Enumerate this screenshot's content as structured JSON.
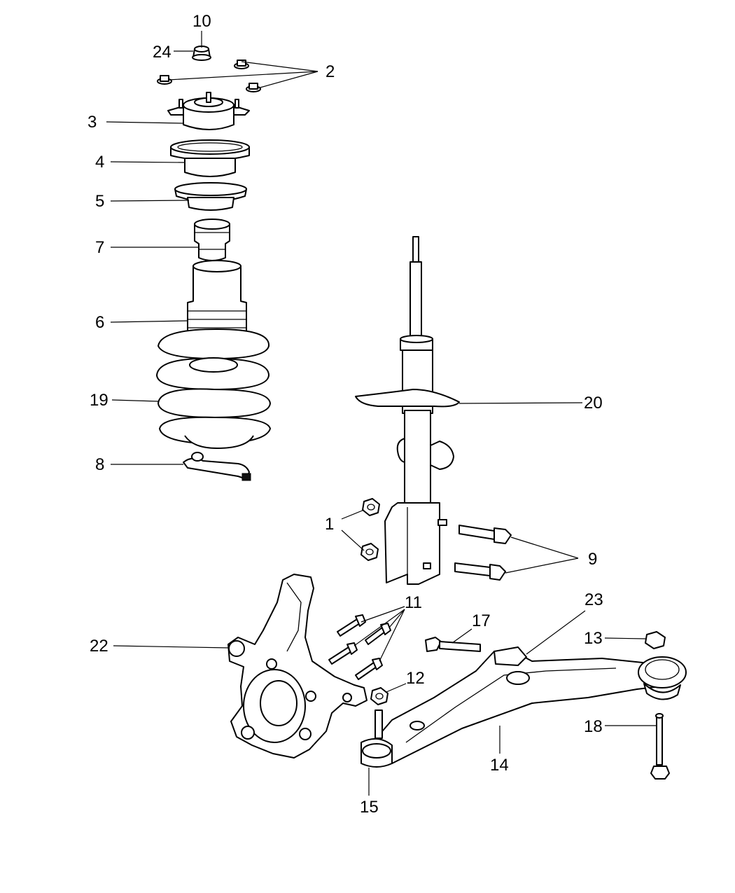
{
  "callouts": {
    "c1": "1",
    "c2": "2",
    "c3": "3",
    "c4": "4",
    "c5": "5",
    "c6": "6",
    "c7": "7",
    "c8": "8",
    "c9": "9",
    "c10": "10",
    "c11": "11",
    "c12": "12",
    "c13": "13",
    "c14": "14",
    "c15": "15",
    "c17": "17",
    "c18": "18",
    "c19": "19",
    "c20": "20",
    "c22": "22",
    "c23": "23",
    "c24": "24"
  }
}
